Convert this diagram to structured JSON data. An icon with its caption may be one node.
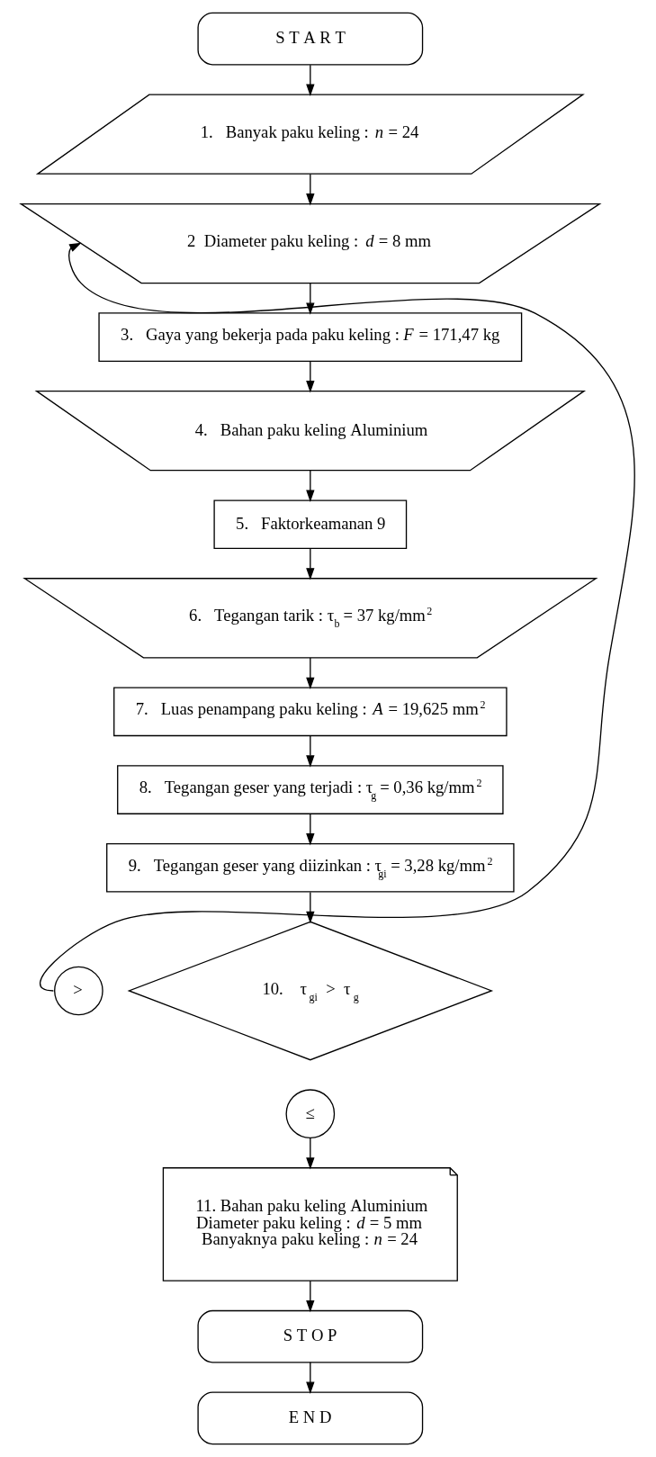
{
  "diagram": {
    "nodes": [
      {
        "text": [
          "S T A R T"
        ]
      },
      {
        "text": [
          "1.   Banyak paku keling : *n* = 24"
        ]
      },
      {
        "text": [
          "2  Diameter paku keling : *d* = 8 mm"
        ]
      },
      {
        "text": [
          "3.   Gaya yang bekerja pada paku keling : *F* = 171,47 kg"
        ]
      },
      {
        "text": [
          "4.   Bahan paku keling Aluminium"
        ]
      },
      {
        "text": [
          "5.   Faktorkeamanan 9"
        ]
      },
      {
        "text": [
          "6.   Tegangan tarik : τ$_{b}$ = 37 kg/mm$^{2}$"
        ]
      },
      {
        "text": [
          "7.   Luas penampang paku keling : *A* = 19,625 mm$^{2}$"
        ]
      },
      {
        "text": [
          "8.   Tegangan geser yang terjadi : τ$_{g}$ = 0,36 kg/mm$^{2}$"
        ]
      },
      {
        "text": [
          "9.   Tegangan geser yang diizinkan : τ$_{gi}$ = 3,28 kg/mm$^{2}$"
        ]
      },
      {
        "text": [
          "10.    τ$_{gi}$  >  τ$_{g}$"
        ]
      },
      {
        "text": [
          ">"
        ]
      },
      {
        "text": [
          "≤"
        ]
      },
      {
        "text": [
          "11. Bahan paku keling Aluminium",
          "Diameter paku keling : *d* = 5 mm",
          "Banyaknya paku keling : *n* = 24"
        ]
      },
      {
        "text": [
          "S T O P"
        ]
      },
      {
        "text": [
          "E N D"
        ]
      }
    ],
    "edges": [
      {
        "from": 0,
        "to": 1,
        "arrow": "to"
      },
      {
        "from": 1,
        "to": 2,
        "arrow": "to"
      },
      {
        "from": 2,
        "to": 3,
        "arrow": "to"
      },
      {
        "from": 3,
        "to": 4,
        "arrow": "to"
      },
      {
        "from": 4,
        "to": 5,
        "arrow": "to"
      },
      {
        "from": 5,
        "to": 6,
        "arrow": "to"
      },
      {
        "from": 6,
        "to": 7,
        "arrow": "to"
      },
      {
        "from": 7,
        "to": 8,
        "arrow": "to"
      },
      {
        "from": 8,
        "to": 9,
        "arrow": "to"
      },
      {
        "from": 9,
        "to": 10,
        "arrow": "to"
      },
      {
        "from": 11,
        "to": 2,
        "arrow": "to"
      },
      {
        "from": 12,
        "to": 13,
        "arrow": "to"
      },
      {
        "from": 13,
        "to": 14,
        "arrow": "to"
      },
      {
        "from": 14,
        "to": 15,
        "arrow": "to"
      }
    ]
  }
}
